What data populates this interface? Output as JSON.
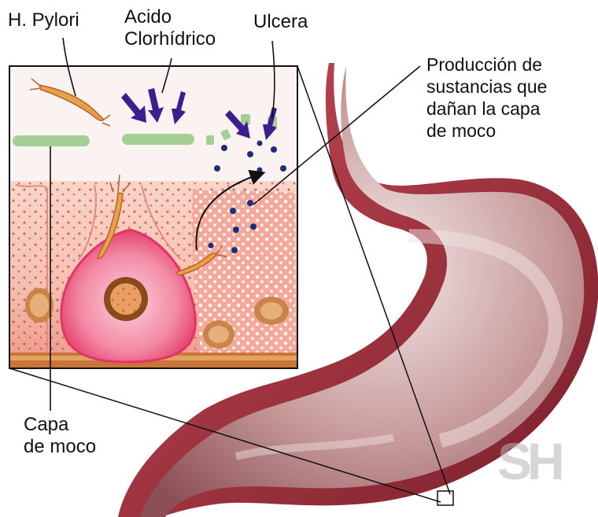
{
  "labels": {
    "h_pylori": "H. Pylori",
    "acido_line1": "Acido",
    "acido_line2": "Clorhídrico",
    "ulcera": "Ulcera",
    "produccion_line1": "Producción de",
    "produccion_line2": "sustancias que",
    "produccion_line3": "dañan la capa",
    "produccion_line4": "de moco",
    "capa_line1": "Capa",
    "capa_line2": "de moco"
  },
  "watermark": "SH",
  "colors": {
    "stomach_wall": "#8a2a35",
    "stomach_inner": "#a87070",
    "mucus": "#a6cf98",
    "cell_pink": "#e63c6b",
    "acid_arrow": "#3c1f8c",
    "bacteria": "#e8a04a",
    "tissue": "#f6c6b4"
  }
}
